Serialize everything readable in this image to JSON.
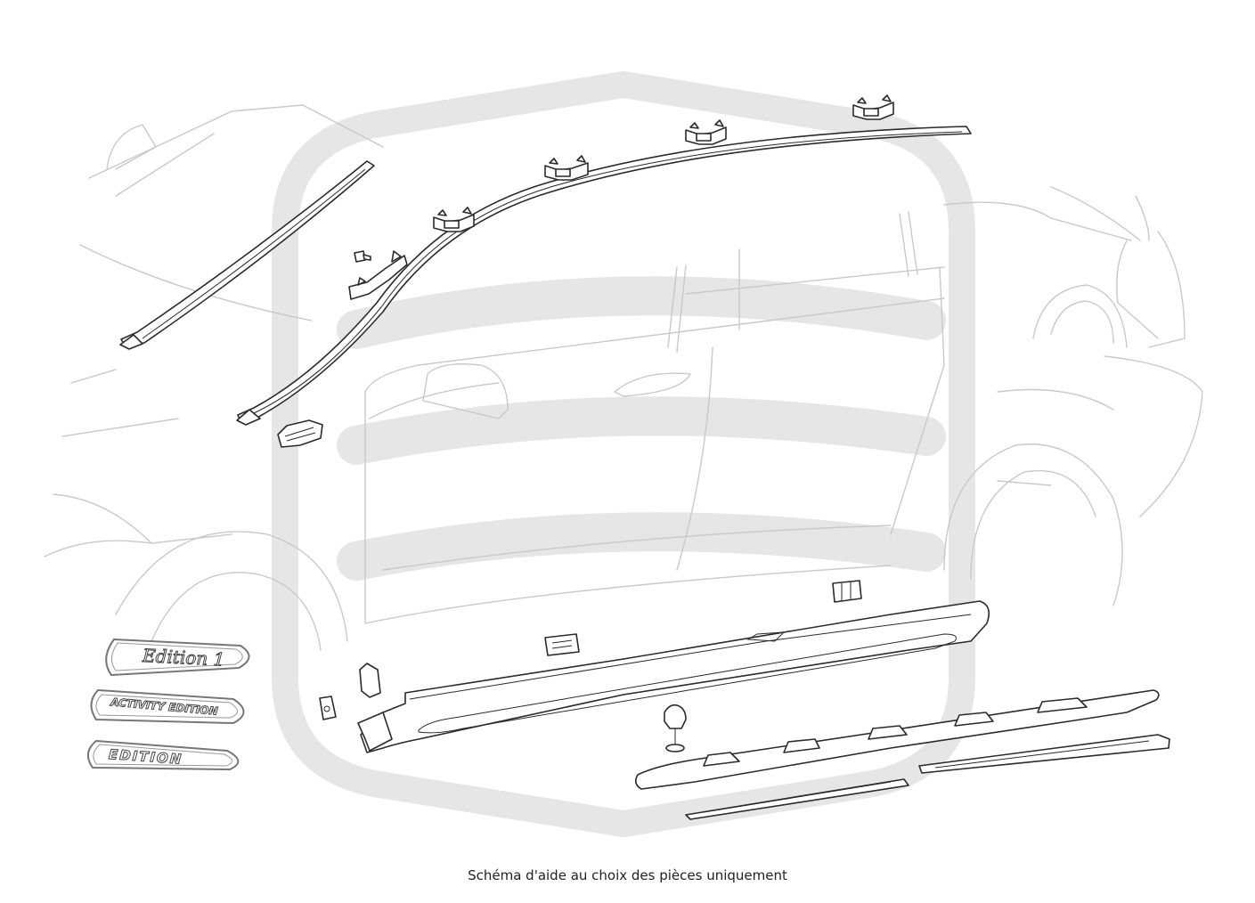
{
  "caption": "Schéma d'aide au choix des pièces uniquement",
  "badges": {
    "edition1": "Edition 1",
    "activity": "ACTIVITY EDITION",
    "edition": "EDITION"
  },
  "colors": {
    "watermark": "#e6e6e6",
    "car_lines": "#c9c9c9",
    "part_lines": "#2a2a2a"
  }
}
